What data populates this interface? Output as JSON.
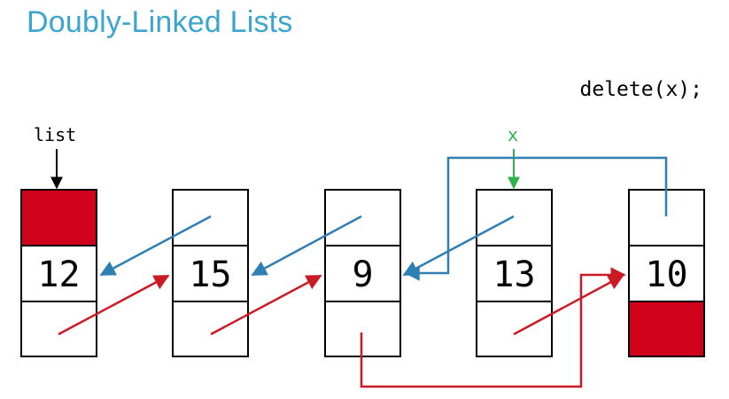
{
  "title": "Doubly-Linked Lists",
  "code": "delete(x);",
  "labels": {
    "list": "list",
    "x": "x"
  },
  "colors": {
    "title": "#3aa6cf",
    "prev_pointer": "#2f7fb3",
    "next_pointer": "#cc1a24",
    "null_fill": "#d0021b",
    "x_pointer": "#2db34a"
  },
  "nodes": [
    {
      "value": "12",
      "prev": "null",
      "next": "15"
    },
    {
      "value": "15",
      "prev": "12",
      "next": "9"
    },
    {
      "value": "9",
      "prev": "15",
      "next": "10"
    },
    {
      "value": "13",
      "prev": "9",
      "next": "10"
    },
    {
      "value": "10",
      "prev": "9",
      "next": "null"
    }
  ]
}
